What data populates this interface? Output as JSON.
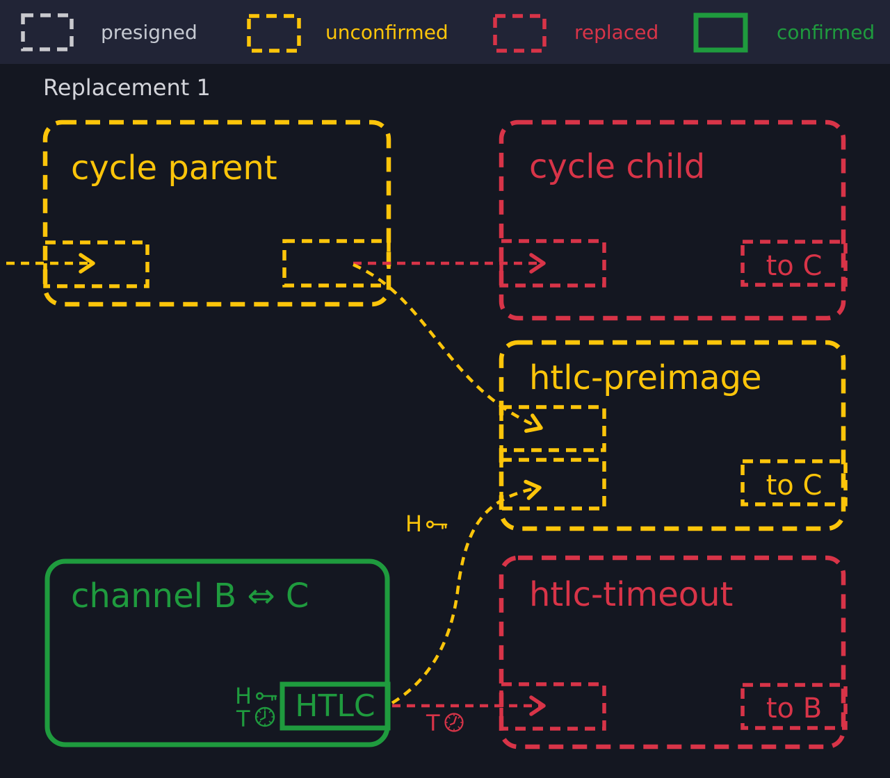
{
  "title": "Replacement 1",
  "legend": {
    "items": [
      {
        "label": "presigned",
        "style": "dashed",
        "color": "#c9c9ce"
      },
      {
        "label": "unconfirmed",
        "style": "dashed",
        "color": "#fdc50a"
      },
      {
        "label": "replaced",
        "style": "dashed",
        "color": "#d83448"
      },
      {
        "label": "confirmed",
        "style": "solid",
        "color": "#1f9b3e"
      }
    ]
  },
  "nodes": {
    "cycle_parent": {
      "title": "cycle parent",
      "state": "unconfirmed"
    },
    "cycle_child": {
      "title": "cycle child",
      "state": "replaced",
      "output": "to C"
    },
    "htlc_preimage": {
      "title": "htlc-preimage",
      "state": "unconfirmed",
      "output": "to C"
    },
    "htlc_timeout": {
      "title": "htlc-timeout",
      "state": "replaced",
      "output": "to B"
    },
    "channel": {
      "title": "channel B ⇔ C",
      "state": "confirmed",
      "htlc": "HTLC",
      "hash_label": "H",
      "time_label": "T"
    }
  },
  "annotations": {
    "preimage_path_hash": "H",
    "timeout_path_time": "T"
  },
  "colors": {
    "background": "#141721",
    "legend_background": "#212436",
    "presigned": "#c9c9ce",
    "unconfirmed": "#fdc50a",
    "replaced": "#d83448",
    "confirmed": "#1f9b3e",
    "title_text": "#d3d4da"
  }
}
